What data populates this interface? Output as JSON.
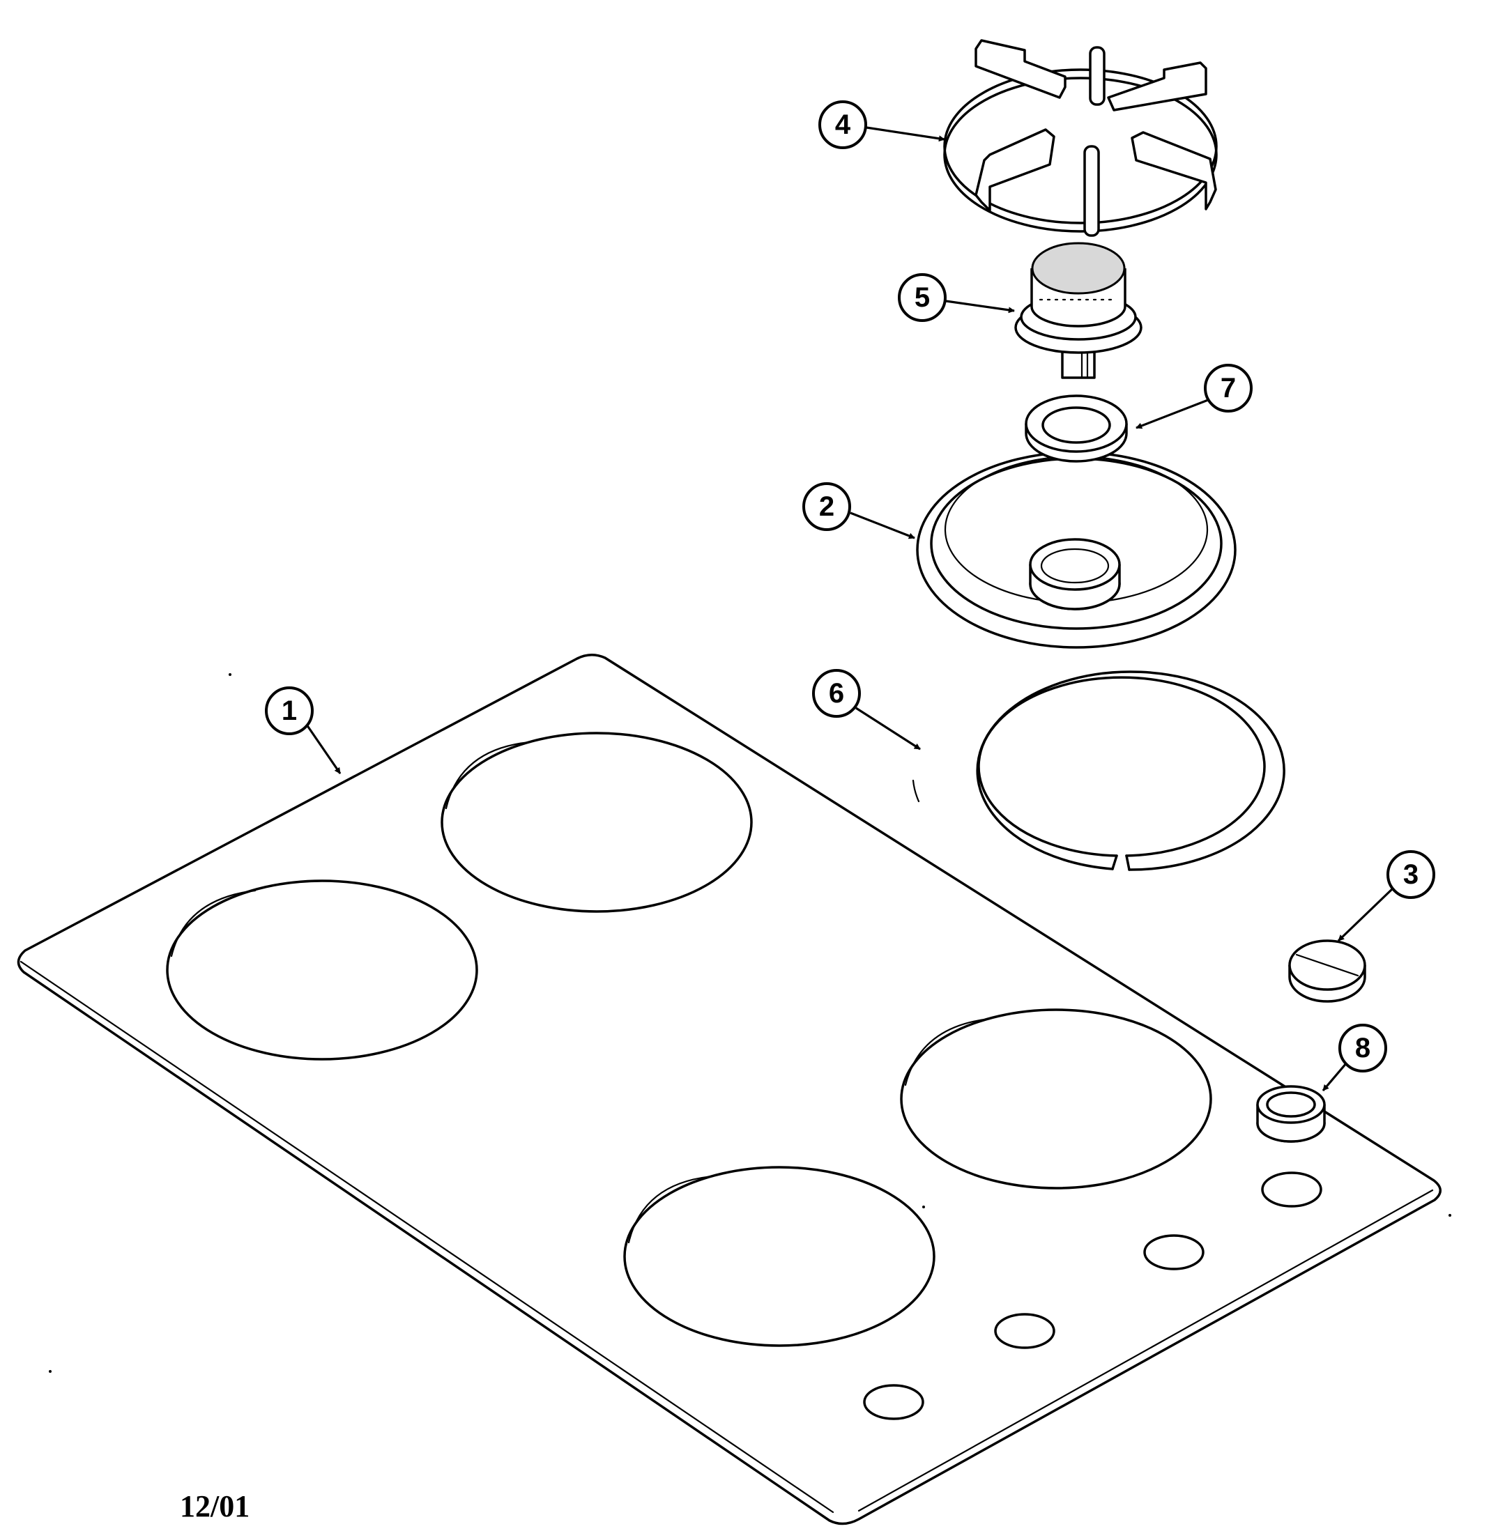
{
  "date_code": "12/01",
  "callouts": [
    {
      "id": "callout-1",
      "label": "1"
    },
    {
      "id": "callout-2",
      "label": "2"
    },
    {
      "id": "callout-3",
      "label": "3"
    },
    {
      "id": "callout-4",
      "label": "4"
    },
    {
      "id": "callout-5",
      "label": "5"
    },
    {
      "id": "callout-6",
      "label": "6"
    },
    {
      "id": "callout-7",
      "label": "7"
    },
    {
      "id": "callout-8",
      "label": "8"
    }
  ]
}
